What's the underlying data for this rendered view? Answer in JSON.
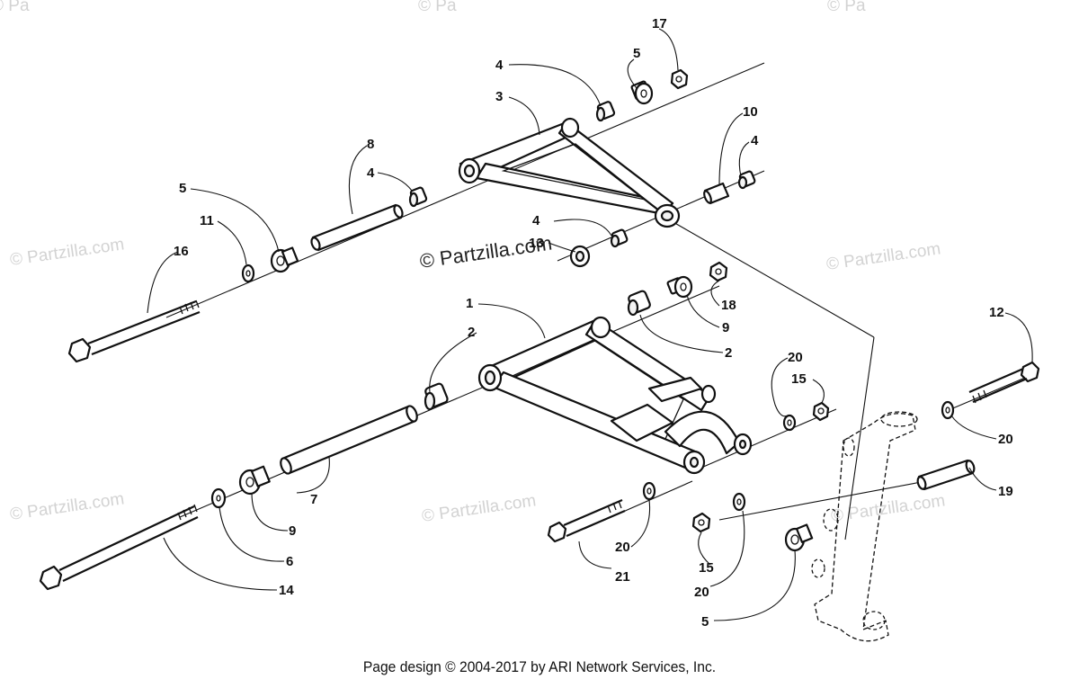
{
  "watermarks": {
    "main": "© Partzilla.com",
    "faint": "© Partzilla.com",
    "partial": "© Pa"
  },
  "callouts": {
    "c17": "17",
    "c5a": "5",
    "c4a": "4",
    "c3": "3",
    "c10": "10",
    "c4b": "4",
    "c8": "8",
    "c4c": "4",
    "c5b": "5",
    "c11": "11",
    "c16": "16",
    "c4d": "4",
    "c13": "13",
    "c18": "18",
    "c9a": "9",
    "c1": "1",
    "c2a": "2",
    "c2b": "2",
    "c20a": "20",
    "c15a": "15",
    "c12": "12",
    "c20b": "20",
    "c19": "19",
    "c7": "7",
    "c9b": "9",
    "c6": "6",
    "c14": "14",
    "c20c": "20",
    "c21": "21",
    "c15b": "15",
    "c20d": "20",
    "c5c": "5"
  },
  "footer": "Page design © 2004-2017 by ARI Network Services, Inc."
}
